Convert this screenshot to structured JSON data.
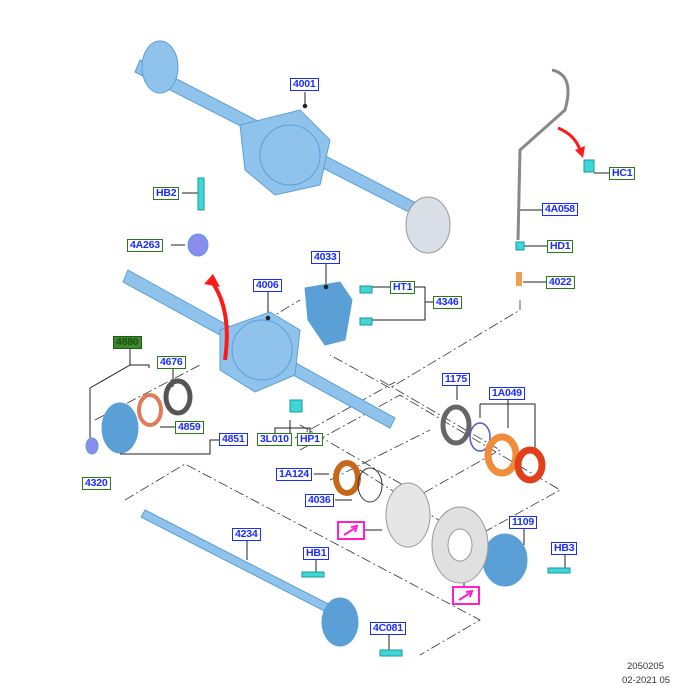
{
  "labels": {
    "p4001": "4001",
    "hb2": "HB2",
    "p4a263": "4A263",
    "p4006": "4006",
    "p4033": "4033",
    "ht1": "HT1",
    "p4346": "4346",
    "p4880": "4880",
    "p4676": "4676",
    "p4859": "4859",
    "p4851": "4851",
    "p4320": "4320",
    "p3l010": "3L010",
    "hp1": "HP1",
    "p1175": "1175",
    "p1a049": "1A049",
    "p1a124": "1A124",
    "p4036": "4036",
    "p1109": "1109",
    "hb3": "HB3",
    "p4234": "4234",
    "hb1": "HB1",
    "p4c081": "4C081",
    "hc1": "HC1",
    "p4a058": "4A058",
    "hd1": "HD1",
    "p4022": "4022"
  },
  "footer": {
    "drawing_id": "2050205",
    "date_code": "02-2021 05"
  },
  "colors": {
    "part": "#8fc3ec",
    "part_dark": "#5a9fd6",
    "arrow": "#ff1a1a",
    "pink": "#ff1fd0",
    "fastener": "#3fd6d6"
  }
}
